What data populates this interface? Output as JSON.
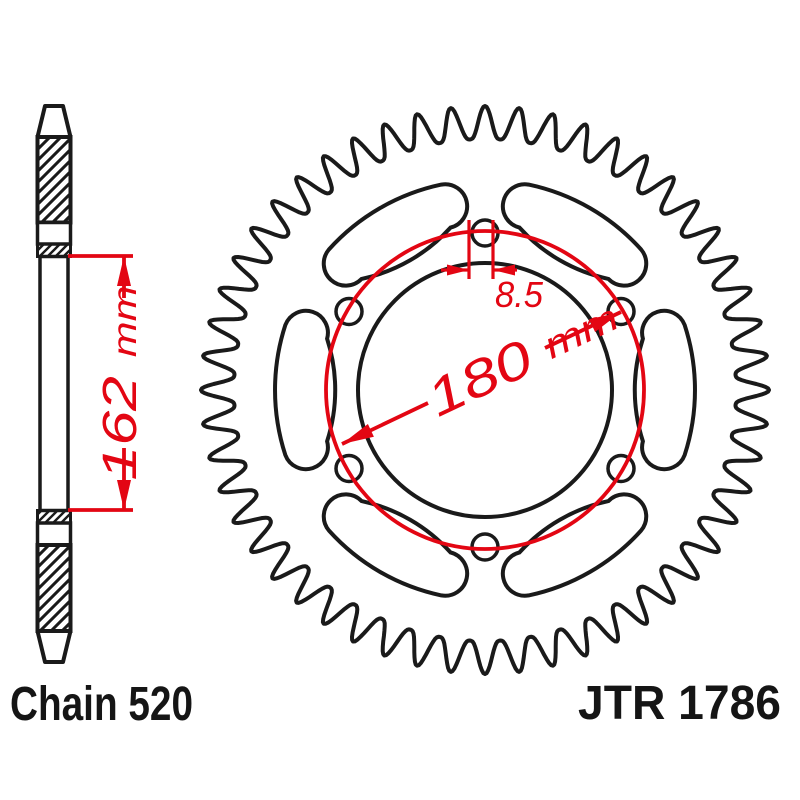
{
  "labels": {
    "chain": "Chain 520",
    "part": "JTR 1786"
  },
  "dimensions": {
    "bolt_circle_diameter": {
      "value": "180",
      "unit": "mm"
    },
    "bolt_hole_diameter": {
      "value": "8.5"
    },
    "side_length": {
      "value": "162",
      "unit": "mm"
    }
  },
  "front_view": {
    "bolt_hole_count": 6,
    "lightening_slot_count": 6
  },
  "colors": {
    "annotation": "#e30613",
    "line": "#1a1a1a",
    "background": "#ffffff"
  }
}
